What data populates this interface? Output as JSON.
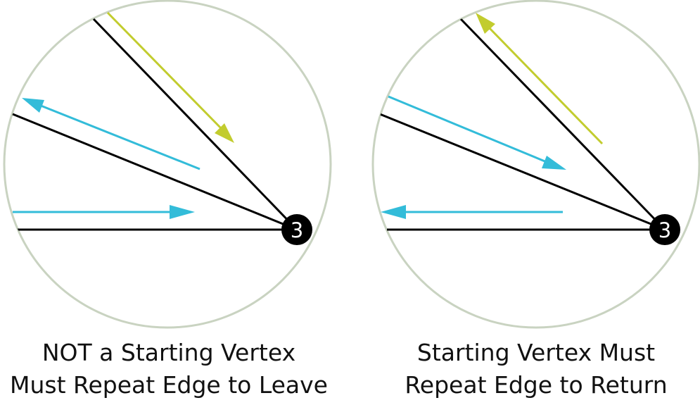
{
  "colors": {
    "circle": "#c9d3c1",
    "edge": "#000000",
    "blue_arrow": "#33bcd9",
    "yellow_arrow": "#c2cc2e",
    "vertex_fill": "#000000",
    "vertex_text": "#ffffff",
    "caption": "#111111"
  },
  "panels": [
    {
      "vertex_label": "3",
      "caption_line1": "NOT a Starting Vertex",
      "caption_line2": "Must Repeat Edge to Leave"
    },
    {
      "vertex_label": "3",
      "caption_line1": "Starting Vertex Must",
      "caption_line2": "Repeat Edge to Return"
    }
  ]
}
